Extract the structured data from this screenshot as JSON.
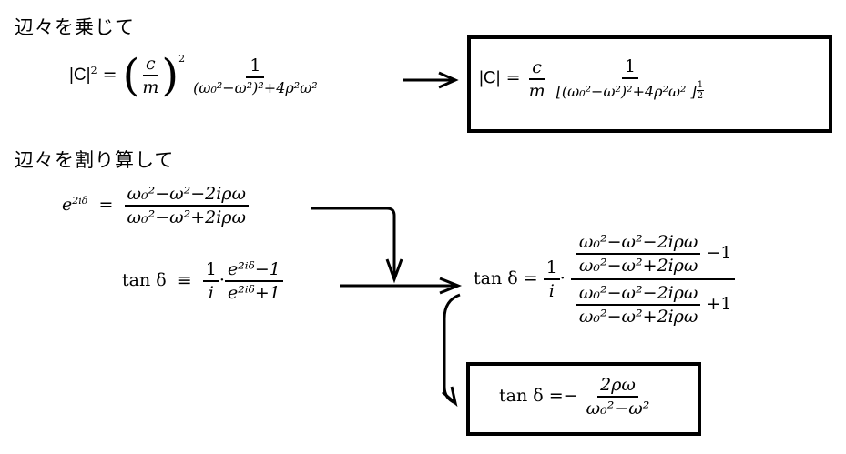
{
  "headings": {
    "multiply": "辺々を乗じて",
    "divide": "辺々を割り算して"
  },
  "eq1": {
    "lhs": "|C|",
    "lhs_exp": "2",
    "eq": "=",
    "paren_num": "c",
    "paren_den": "m",
    "paren_exp": "2",
    "num": "1",
    "den": "(ω₀²−ω²)²+4ρ²ω²"
  },
  "eq2": {
    "lhs": "|C|",
    "eq": "=",
    "num1": "c",
    "den1": "m",
    "num2": "1",
    "den2": "[(ω₀²−ω²)²+4ρ²ω² ]",
    "exp_num": "1",
    "exp_den": "2"
  },
  "eq3": {
    "lhs_base": "e",
    "lhs_exp": "2iδ",
    "eq": "=",
    "num": "ω₀²−ω²−2iρω",
    "den": "ω₀²−ω²+2iρω"
  },
  "eq4": {
    "lhs": "tan δ",
    "eq": "≡",
    "f1_num": "1",
    "f1_den": "i",
    "dot": "·",
    "f2_num": "e²ⁱᵟ−1",
    "f2_den": "e²ⁱᵟ+1"
  },
  "eq5": {
    "lhs": "tan δ",
    "eq": "=",
    "f1_num": "1",
    "f1_den": "i",
    "dot": "·",
    "top_num": "ω₀²−ω²−2iρω",
    "top_den": "ω₀²−ω²+2iρω",
    "top_tail": "−1",
    "bot_num": "ω₀²−ω²−2iρω",
    "bot_den": "ω₀²−ω²+2iρω",
    "bot_tail": "+1"
  },
  "eq6": {
    "lhs": "tan δ",
    "eq": "=",
    "sign": "−",
    "num": "2ρω",
    "den": "ω₀²−ω²"
  }
}
